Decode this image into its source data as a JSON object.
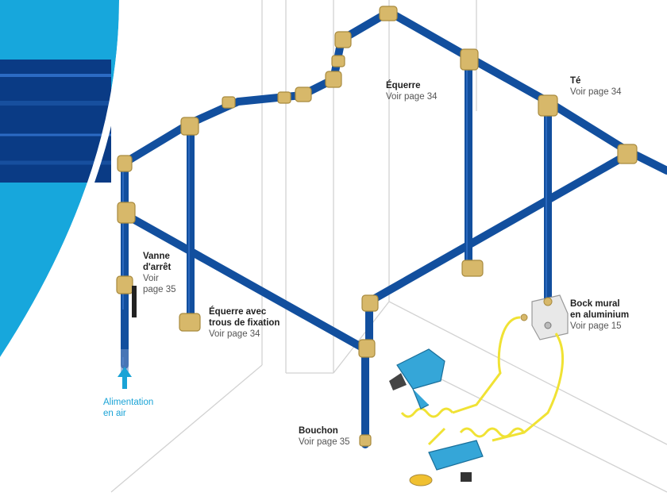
{
  "colors": {
    "pipe": "#124f9e",
    "pipe_dark": "#0b3470",
    "fitting": "#d7b86a",
    "fitting_dark": "#a88a3e",
    "hose": "#f0e234",
    "tool": "#35a6d8",
    "wall_line": "#d2d2d2",
    "supply_arrow": "#1aa3d6",
    "banner_light": "#17a7dc",
    "banner_dark": "#0a3b85"
  },
  "icons": [
    "up-arrow-icon",
    "impact-wrench-icon",
    "angle-grinder-icon",
    "valve-icon"
  ],
  "labels": {
    "equerre": {
      "title": "Équerre",
      "sub": "Voir page 34"
    },
    "te": {
      "title": "Té",
      "sub": "Voir page 34"
    },
    "vanne": {
      "title1": "Vanne",
      "title2": "d'arrêt",
      "sub1": "Voir",
      "sub2": "page 35"
    },
    "equerre_trous": {
      "title1": "Équerre avec",
      "title2": "trous de fixation",
      "sub": "Voir page 34"
    },
    "bock": {
      "title1": "Bock mural",
      "title2": "en aluminium",
      "sub": "Voir page 15"
    },
    "bouchon": {
      "title": "Bouchon",
      "sub": "Voir page 35"
    },
    "alimentation": {
      "line1": "Alimentation",
      "line2": "en air"
    }
  }
}
